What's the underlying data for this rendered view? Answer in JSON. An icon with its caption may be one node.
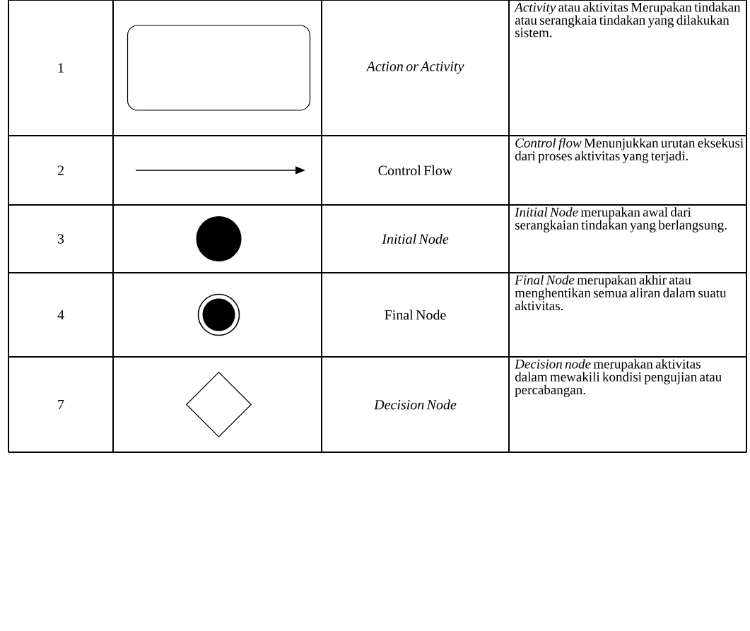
{
  "diagram": {
    "nodes": [
      {
        "text": [],
        "shape": "box"
      },
      {
        "text": [],
        "shape": "circle"
      },
      {
        "text": [],
        "shape": "bullseye"
      },
      {
        "text": [],
        "shape": "diamond"
      }
    ],
    "labels": [
      "1",
      "Action or Activity",
      "*Activity* atau aktivitas Merupakan tindakan atau serangkaia tindakan yang dilakukan sistem.",
      "2",
      "Control Flow",
      "*Control flow* Menunjukkan urutan eksekusi dari proses aktivitas yang terjadi.",
      "3",
      "Initial Node",
      "*Initial Node* merupakan awal dari serangkaian tindakan yang berlangsung.",
      "4",
      "Final Node",
      "*Final Node* merupakan akhir atau menghentikan semua aliran dalam suatu aktivitas.",
      "7",
      "Decision Node",
      "*Decision node* merupakan aktivitas dalam mewakili kondisi pengujian atau percabangan."
    ]
  }
}
